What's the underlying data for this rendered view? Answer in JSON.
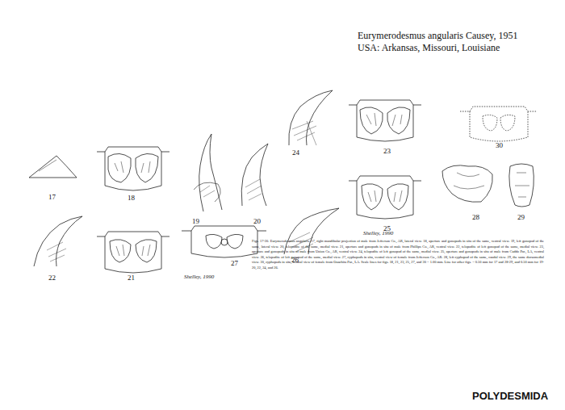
{
  "diagram": {
    "title": "Eurymerodesmus angularis Causey, 1951",
    "caption": "Figs. 17-30. Eurymerodesmus angularis. 17, right mandibular projection of male from Jefferson Co., AR, lateral view. 18, aperture and gonopods in situ of the same, ventral view. 19, left gonopod of the same, lateral view. 20, telopodite of the same, medial view. 21, aperture and gonopods in situ of male from Phillips Co., AR, ventral view. 22, telopodite of left gonopod of the same, medial view. 23, aperture and gonopods in situ of male from Union Co., AR, ventral view. 24, telopodite of left gonopod of the same, medial view. 25, aperture and gonopods in situ of male from Caddo Par., LA, ventral view. 26, telopodite of left gonopod of the same, medial view. 27, cyphopods in situ, ventral view of female from Jefferson Co., AR. 28, left cyphopod of the same, caudal view. 29, the same dorsomedial view. 30, cyphopods in situ, ventral view of female from Ouachita Par., LA. Scale lines for figs. 18, 21, 23, 25, 27, and 30 = 1.00 mm. Line for other figs. = 0.50 mm for 17 and 28-29, and 0.50 mm for 19-20, 22, 24, and 26.",
    "labels": [
      "USA: Arkansas, Missouri, Louisiane",
      "17",
      "18",
      "19",
      "20",
      "21",
      "22",
      "27",
      "24",
      "23",
      "30",
      "25",
      "26",
      "28",
      "29",
      "Shelley, 1990",
      "Shelley, 1990",
      "POLYDESMIDA"
    ]
  }
}
